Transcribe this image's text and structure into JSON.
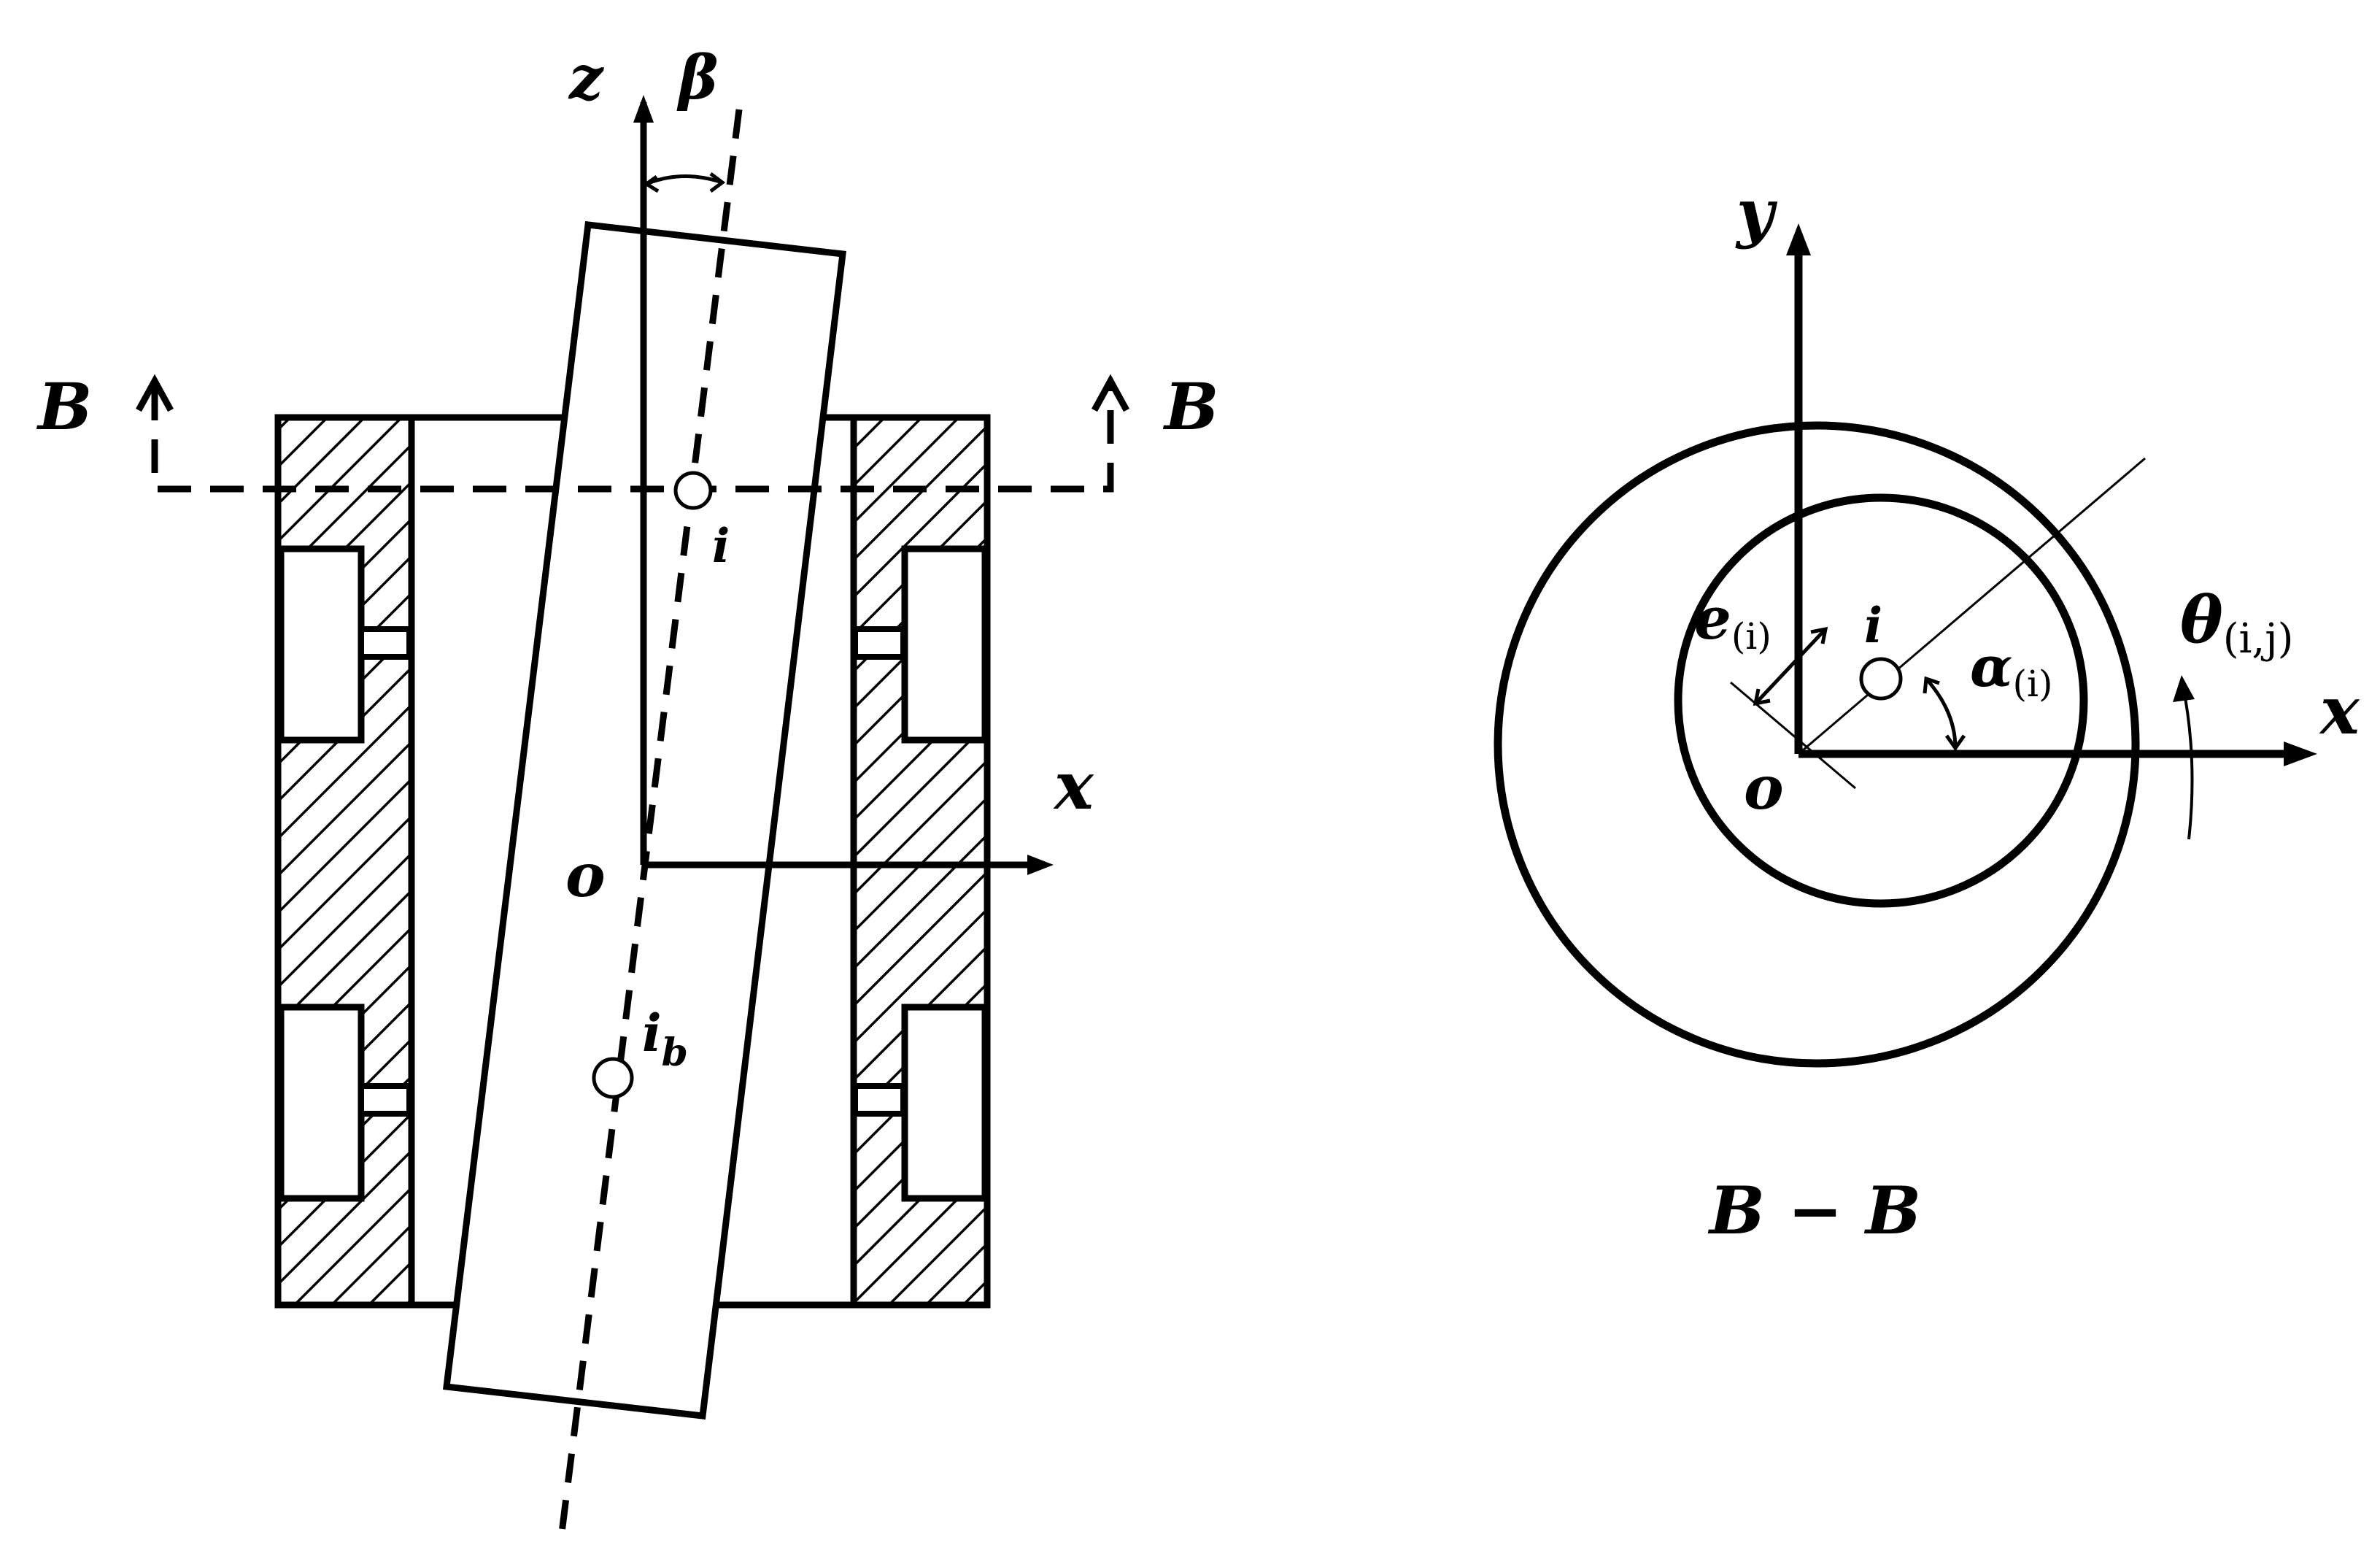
{
  "left_view": {
    "axis_z": "z",
    "axis_x": "x",
    "origin": "o",
    "tilt_angle": "β",
    "section_left": "B",
    "section_right": "B",
    "point_i": "i",
    "point_ib_main": "i",
    "point_ib_sub": "b"
  },
  "right_view": {
    "axis_y": "y",
    "axis_x": "x",
    "origin": "o",
    "point_i": "i",
    "eccentricity_main": "e",
    "eccentricity_sub": "(i)",
    "alpha_main": "α",
    "alpha_sub": "(i)",
    "theta_main": "θ",
    "theta_sub": "(i,j)",
    "section_caption": "B − B"
  }
}
